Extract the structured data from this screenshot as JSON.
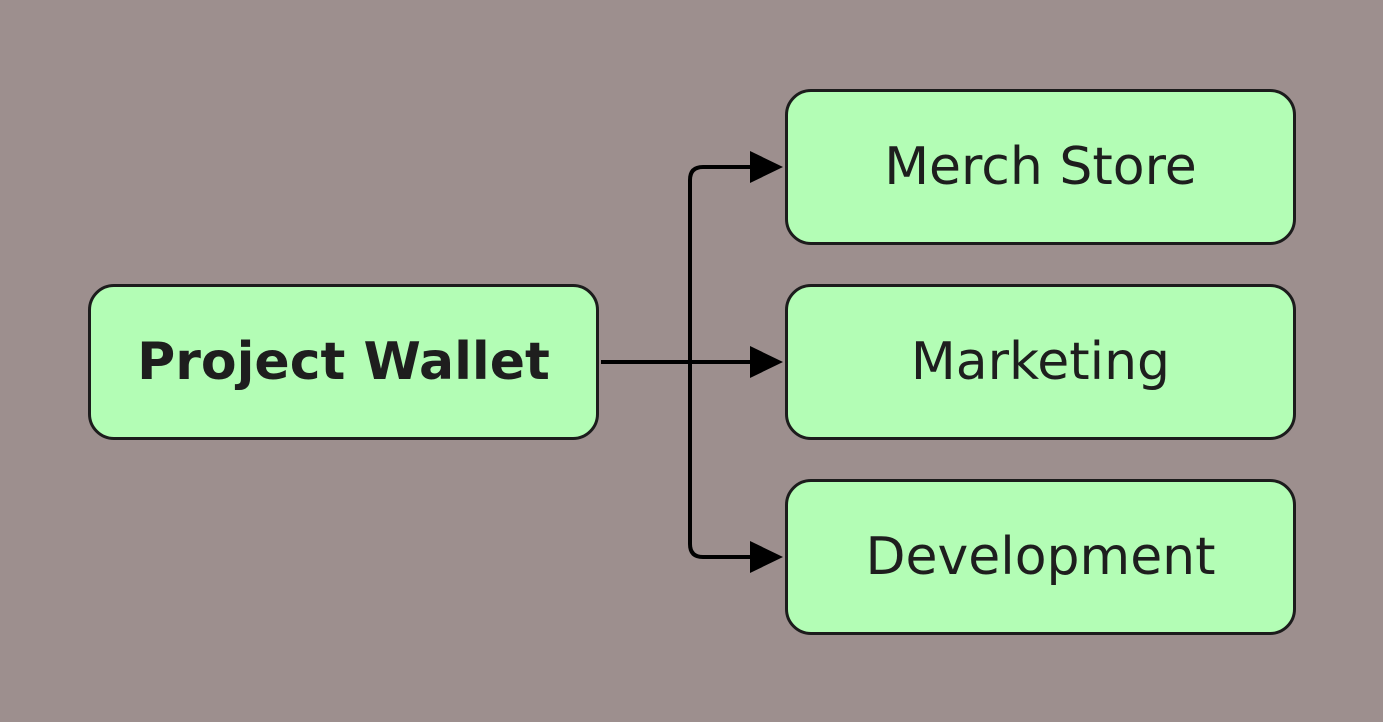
{
  "diagram": {
    "root": {
      "label": "Project Wallet"
    },
    "children": [
      {
        "label": "Merch Store"
      },
      {
        "label": "Marketing"
      },
      {
        "label": "Development"
      }
    ],
    "colors": {
      "background": "#9d8f8e",
      "node_fill": "#b3fdb5",
      "node_border": "#1c1c1c",
      "text": "#1e1e1e",
      "connector": "#000000"
    }
  }
}
